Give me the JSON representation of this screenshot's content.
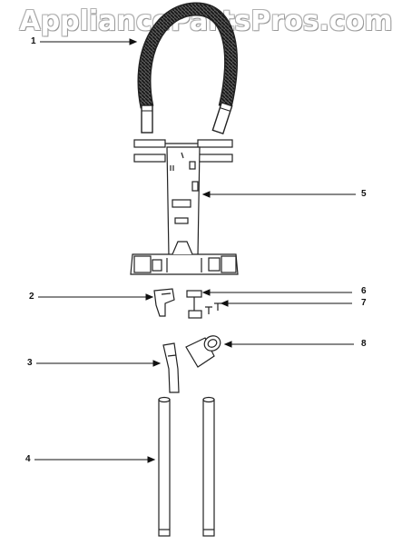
{
  "watermark": {
    "text": "AppliancePartsPros.com"
  },
  "callouts": [
    {
      "id": "1",
      "label": "1"
    },
    {
      "id": "2",
      "label": "2"
    },
    {
      "id": "3",
      "label": "3"
    },
    {
      "id": "4",
      "label": "4"
    },
    {
      "id": "5",
      "label": "5"
    },
    {
      "id": "6",
      "label": "6"
    },
    {
      "id": "7",
      "label": "7"
    },
    {
      "id": "8",
      "label": "8"
    }
  ]
}
